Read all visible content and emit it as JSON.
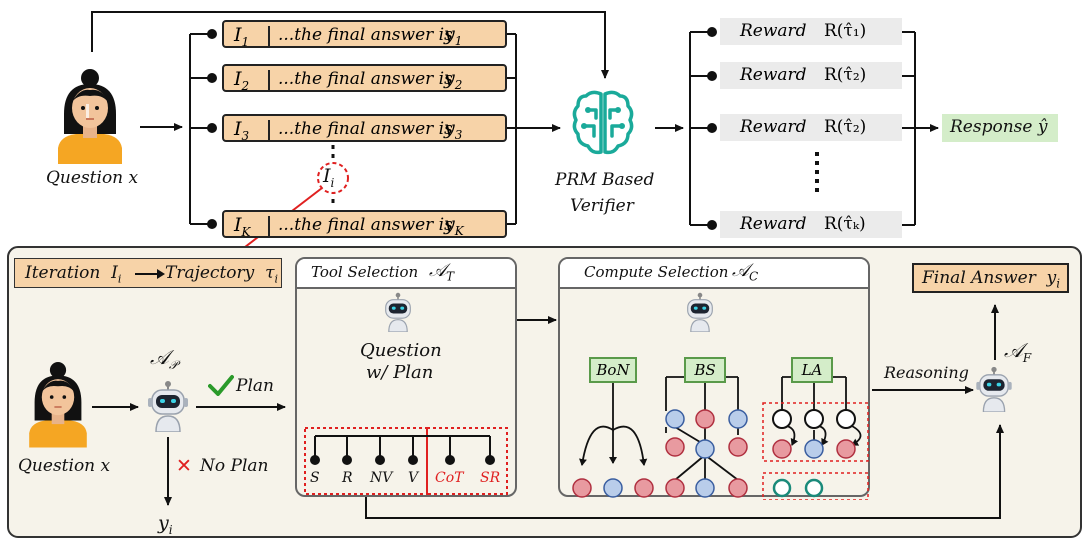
{
  "top": {
    "question_label": "Question x",
    "iterations": [
      {
        "label": "I",
        "sub": "1",
        "text": "...the final answer is",
        "answer": "y",
        "answer_sub": "1"
      },
      {
        "label": "I",
        "sub": "2",
        "text": "...the final answer is",
        "answer": "y",
        "answer_sub": "2"
      },
      {
        "label": "I",
        "sub": "3",
        "text": "...the final answer is",
        "answer": "y",
        "answer_sub": "3"
      },
      {
        "label": "I",
        "sub": "K",
        "text": "...the final answer is",
        "answer": "y",
        "answer_sub": "K"
      }
    ],
    "highlight_label": "I",
    "highlight_sub": "i",
    "verifier_label_line1": "PRM Based",
    "verifier_label_line2": "Verifier",
    "rewards": [
      {
        "label": "Reward",
        "value": "R(τ̂₁)"
      },
      {
        "label": "Reward",
        "value": "R(τ̂₂)"
      },
      {
        "label": "Reward",
        "value": "R(τ̂₂)"
      },
      {
        "label": "Reward",
        "value": "R(τ̂ₖ)"
      }
    ],
    "response_label": "Response ŷ"
  },
  "bottom": {
    "iteration_title": "Iteration",
    "iteration_var": "I",
    "iteration_var_sub": "i",
    "trajectory_label": "Trajectory",
    "trajectory_var": "τ",
    "trajectory_var_sub": "i",
    "question_label": "Question x",
    "planner_label": "𝒜",
    "planner_sub": "𝒫",
    "plan_label": "Plan",
    "no_plan_label": "No Plan",
    "output_label": "y",
    "output_sub": "i",
    "tool_panel": {
      "title": "Tool Selection",
      "var": "𝒜",
      "var_sub": "T",
      "question_line1": "Question",
      "question_line2": "w/ Plan",
      "tools": [
        "S",
        "R",
        "NV",
        "V",
        "CoT",
        "SR"
      ]
    },
    "compute_panel": {
      "title": "Compute Selection",
      "var": "𝒜",
      "var_sub": "C",
      "methods": [
        "BoN",
        "BS",
        "LA"
      ]
    },
    "reasoning_label": "Reasoning",
    "final_answer_label": "Final Answer",
    "final_answer_var": "y",
    "final_answer_sub": "i",
    "final_agent_label": "𝒜",
    "final_agent_sub": "F"
  },
  "colors": {
    "iteration_fill": "#f7d3a8",
    "response_fill": "#d4edc9",
    "verifier_teal": "#1aaa9a",
    "arrow_red": "#e02020",
    "node_red": "#e89aa0",
    "node_blue": "#b9cdea",
    "node_teal": "#1a8a7a",
    "check_green": "#2a9a2a",
    "cross_red": "#e02020"
  },
  "icons": [
    "person-icon",
    "robot-icon",
    "brain-circuit-icon",
    "check-icon",
    "cross-icon"
  ]
}
